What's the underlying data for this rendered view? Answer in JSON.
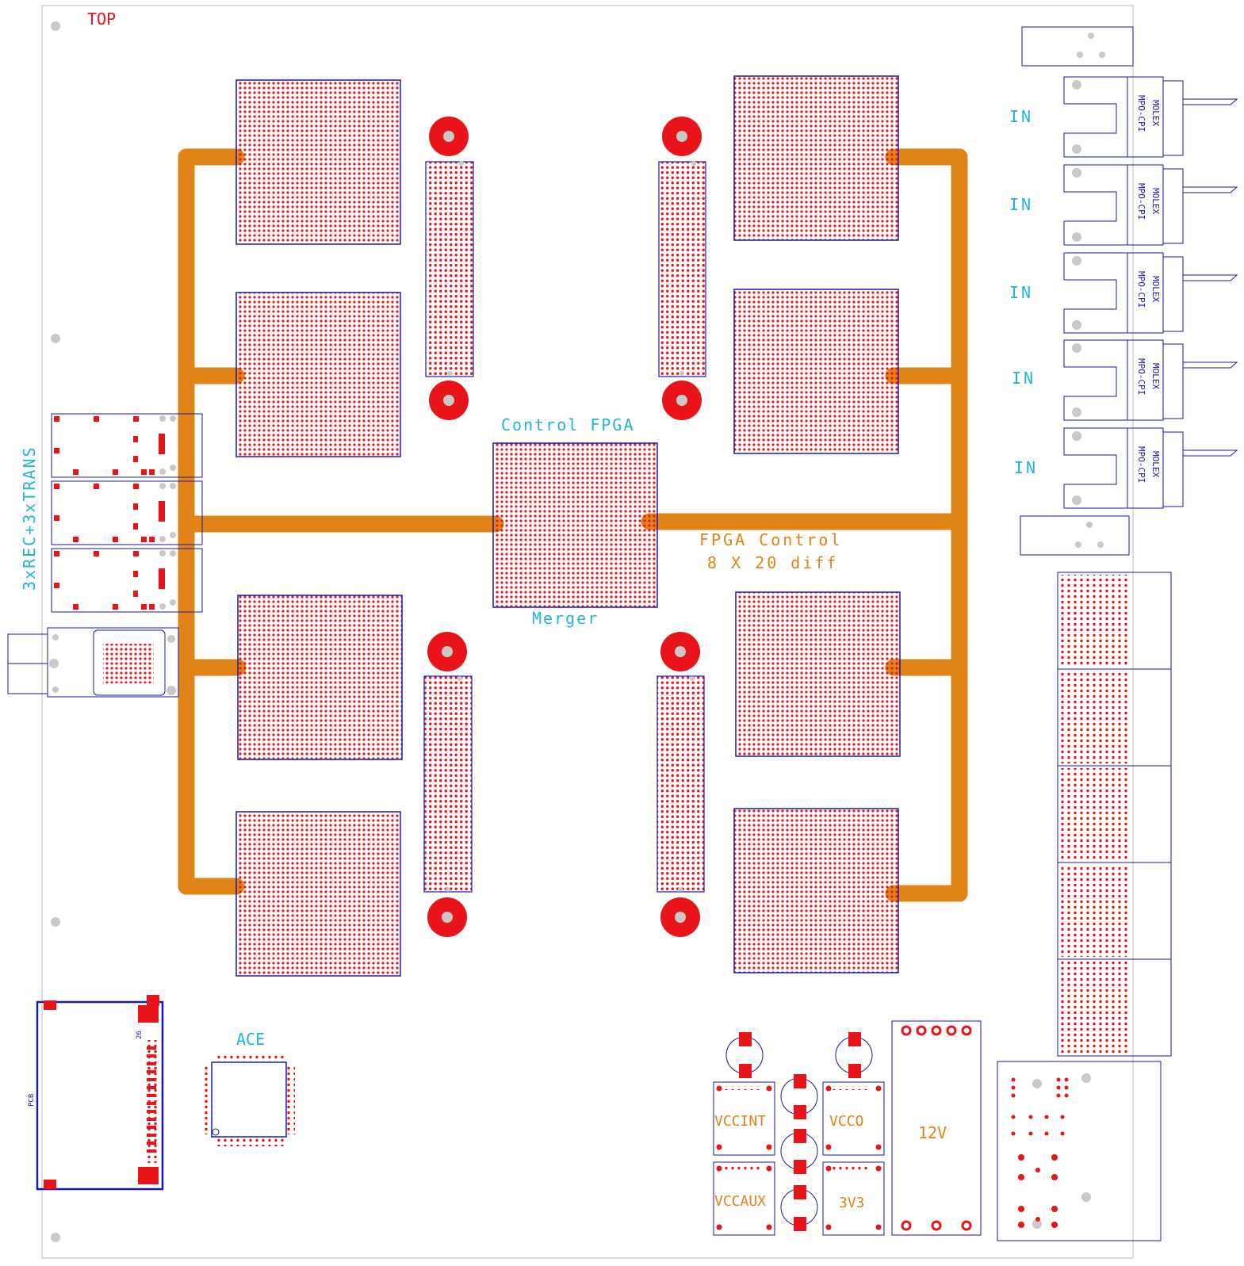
{
  "board": {
    "side_label": "TOP"
  },
  "labels": {
    "control_fpga": "Control FPGA",
    "merger": "Merger",
    "fpga_control": "FPGA Control",
    "fpga_control_sub": "8 X 20 diff",
    "rec_trans": "3xREC+3xTRANS",
    "ace": "ACE",
    "vccint": "VCCINT",
    "vcco": "VCCO",
    "vccaux": "VCCAUX",
    "v3v3": "3V3",
    "v12": "12V",
    "pcb": "PCB",
    "pin26": "26",
    "input": "IN",
    "molex_line1": "MOLEX",
    "molex_line2": "MPO-CPI"
  },
  "colors": {
    "outline": "#1a1aa6",
    "pad": "#e8141a",
    "bus": "#e08418",
    "label_cyan": "#22b5d4",
    "label_orange": "#e08418",
    "label_red": "#e8141a",
    "hole": "#c9c9c9"
  }
}
